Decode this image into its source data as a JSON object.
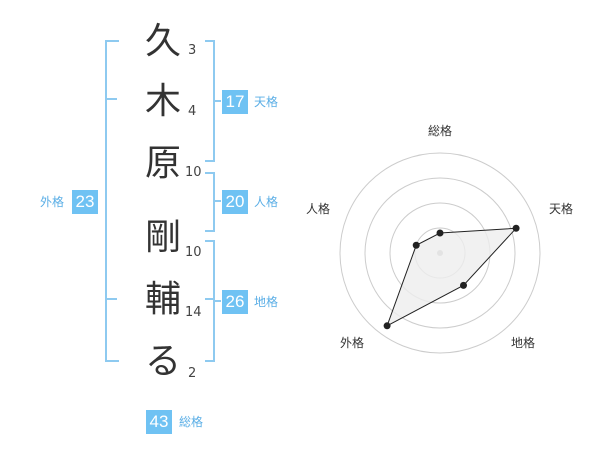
{
  "name": {
    "chars": [
      {
        "char": "久",
        "strokes": "3"
      },
      {
        "char": "木",
        "strokes": "4"
      },
      {
        "char": "原",
        "strokes": "10"
      },
      {
        "char": "剛",
        "strokes": "10"
      },
      {
        "char": "輔",
        "strokes": "14"
      },
      {
        "char": "る",
        "strokes": "2"
      }
    ]
  },
  "fortune": {
    "tenkaku": {
      "value": "17",
      "label": "天格"
    },
    "jinkaku": {
      "value": "20",
      "label": "人格"
    },
    "chikaku": {
      "value": "26",
      "label": "地格"
    },
    "gaikaku": {
      "value": "23",
      "label": "外格"
    },
    "soukaku": {
      "value": "43",
      "label": "総格"
    }
  },
  "radar": {
    "axes": [
      "総格",
      "天格",
      "地格",
      "外格",
      "人格"
    ],
    "levels": 4,
    "values": [
      0.2,
      0.8,
      0.4,
      0.9,
      0.25
    ],
    "colors": {
      "grid": "#cccccc",
      "fill": "#eeeeee",
      "line": "#222222",
      "center": "#bbbbbb"
    }
  },
  "colors": {
    "accent": "#6fc2f3",
    "bracket": "#8ecaf0"
  }
}
